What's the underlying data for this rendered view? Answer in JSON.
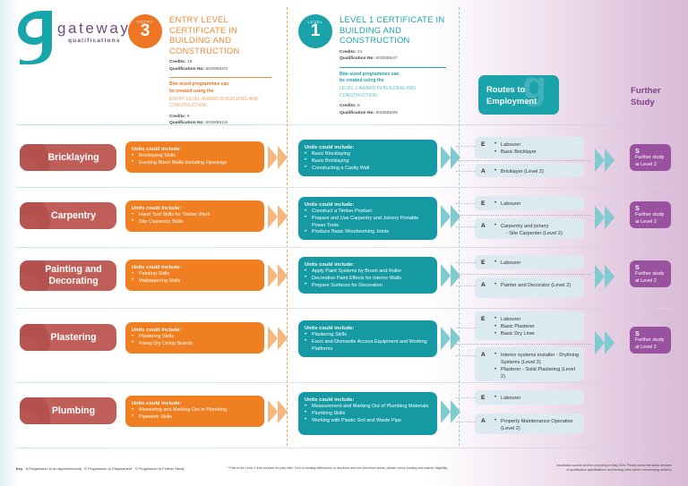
{
  "brand": {
    "name": "gateway",
    "tagline": "qualifications",
    "logo_icon": "gateway-g-logo"
  },
  "header": {
    "qualifications": [
      {
        "badge_tier": "ENTRY",
        "badge_level": "3",
        "badge_color": "#ee7523",
        "title": "ENTRY LEVEL CERTIFICATE IN BUILDING AND CONSTRUCTION",
        "credits_label": "Credits:",
        "credits_value": "18",
        "qual_no_label": "Qualification No:",
        "qual_no_value": "603/8552/X",
        "bite_line1": "Bite-sized programmes can",
        "bite_line2": "be created using the",
        "award_title": "ENTRY LEVEL AWARD IN BUILDING AND CONSTRUCTION",
        "award_credits_label": "Credits:",
        "award_credits_value": "6",
        "award_qual_no_label": "Qualification No:",
        "award_qual_no_value": "603/8551/8"
      },
      {
        "badge_tier": "LEVEL",
        "badge_level": "1",
        "badge_color": "#1ba3ab",
        "title": "LEVEL 1 CERTIFICATE IN BUILDING AND CONSTRUCTION",
        "credits_label": "Credits:",
        "credits_value": "21",
        "qual_no_label": "Qualification No:",
        "qual_no_value": "603/6554/7",
        "bite_line1": "Bite-sized programmes can",
        "bite_line2": "be created using the",
        "award_title": "LEVEL 1 AWARD IN BUILDING AND CONSTRUCTION",
        "award_credits_label": "Credits:",
        "award_credits_value": "6",
        "award_qual_no_label": "Qualification No:",
        "award_qual_no_value": "603/6553/5"
      }
    ],
    "routes_box": {
      "line1": "Routes to",
      "line2": "Employment",
      "color": "#1ba3ab"
    },
    "further_study": {
      "line1": "Further",
      "line2": "Study",
      "color": "#7d3f86"
    }
  },
  "rows": [
    {
      "trade": "Bricklaying",
      "entry_card": {
        "heading": "Units could include:",
        "items": [
          "Bricklaying Skills",
          "Erecting Block Walls including Openings"
        ]
      },
      "level1_card": {
        "heading": "Units could include:",
        "items": [
          "Basic Blocklaying",
          "Basic Bricklaying",
          "Constructing a Cavity Wall"
        ]
      },
      "employment": {
        "e_tag": "E",
        "e_items": [
          "Labourer",
          "Basic Bricklayer"
        ],
        "a_tag": "A",
        "a_items": [
          "Bricklayer (Level 2)"
        ]
      },
      "further": {
        "tag": "S",
        "line1": "Further study",
        "line2": "at Level 2"
      }
    },
    {
      "trade": "Carpentry",
      "entry_card": {
        "heading": "Units could include:",
        "items": [
          "Hand Tool Skills for Timber Work",
          "Site Carpentry Skills"
        ]
      },
      "level1_card": {
        "heading": "Units could include:",
        "items": [
          "Construct a Timber Product",
          "Prepare and Use Carpentry and Joinery Portable Power Tools",
          "Produce Basic Woodworking Joints"
        ]
      },
      "employment": {
        "e_tag": "E",
        "e_items": [
          "Labourer"
        ],
        "a_tag": "A",
        "a_items": [
          "Carpentry and joinery",
          "- Site Carpenter (Level 2)"
        ]
      },
      "further": {
        "tag": "S",
        "line1": "Further study",
        "line2": "at Level 2"
      }
    },
    {
      "trade": "Painting and Decorating",
      "entry_card": {
        "heading": "Units could include:",
        "items": [
          "Painting Skills",
          "Wallpapering Skills"
        ]
      },
      "level1_card": {
        "heading": "Units could include:",
        "items": [
          "Apply Paint Systems by Brush and Roller",
          "Decorative Paint Effects for Interior Walls",
          "Prepare Surfaces for Decoration"
        ]
      },
      "employment": {
        "e_tag": "E",
        "e_items": [
          "Labourer"
        ],
        "a_tag": "A",
        "a_items": [
          "Painter and Decorator (Level 2)"
        ]
      },
      "further": {
        "tag": "S",
        "line1": "Further study",
        "line2": "at Level 2"
      }
    },
    {
      "trade": "Plastering",
      "entry_card": {
        "heading": "Units could include:",
        "items": [
          "Plastering Skills",
          "Fixing Dry Lining Boards"
        ]
      },
      "level1_card": {
        "heading": "Units could include:",
        "items": [
          "Plastering Skills",
          "Erect and Dismantle Access Equipment and Working Platforms"
        ]
      },
      "employment": {
        "e_tag": "E",
        "e_items": [
          "Labourer",
          "Basic Plasterer",
          "Basic Dry Liner"
        ],
        "a_tag": "A",
        "a_items": [
          "Interior systems installer - Drylining Systems (Level 2)",
          "Plasterer - Solid Plastering (Level 2)"
        ]
      },
      "further": {
        "tag": "S",
        "line1": "Further study",
        "line2": "at Level 2"
      }
    },
    {
      "trade": "Plumbing",
      "entry_card": {
        "heading": "Units could include:",
        "items": [
          "Measuring and Marking Out in Plumbing",
          "Pipework Skills"
        ]
      },
      "level1_card": {
        "heading": "Units could include:",
        "items": [
          "Measurement and Marking Out of Plumbing Materials",
          "Plumbing Skills",
          "Working with Plastic Soil and Waste Pipe"
        ]
      },
      "employment": {
        "e_tag": "E",
        "e_items": [
          "Labourer"
        ],
        "a_tag": "A",
        "a_items": [
          "Property Maintenance Operative (Level 2)"
        ]
      },
      "further": {
        "tag": "S",
        "line1": "Further study",
        "line2": "at Level 2"
      }
    }
  ],
  "footer": {
    "key_label": "Key",
    "key_items": [
      "A Progression to an Apprenticeship",
      "E Progression to Employment",
      "S Progression to Further Study"
    ],
    "note": "* Part of the Level 1 free courses for jobs offer. Due to funding differences in devolved and non-devolved areas, please check funding and learner eligibility.",
    "disclaimer_line1": "Information correct at time of printing in May 2024. Please check the latest versions",
    "disclaimer_line2": "of qualification specifications and funding rules before commencing delivery."
  }
}
